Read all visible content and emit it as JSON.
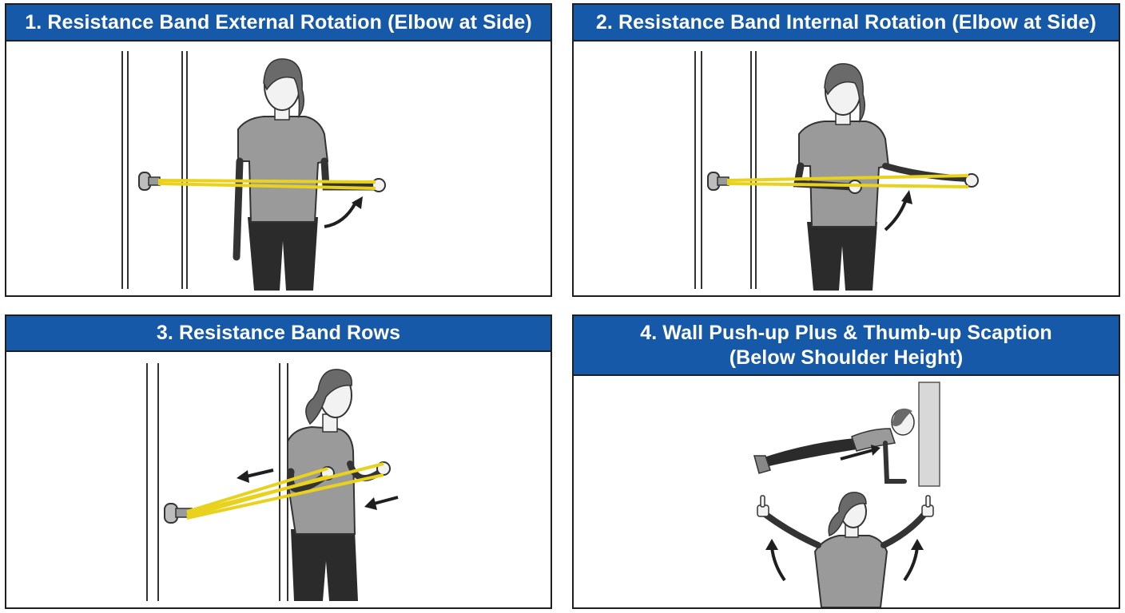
{
  "panels": [
    {
      "title": "1. Resistance Band External Rotation (Elbow at Side)"
    },
    {
      "title": "2. Resistance Band Internal Rotation (Elbow at Side)"
    },
    {
      "title": "3. Resistance Band Rows"
    },
    {
      "title_line1": "4. Wall Push-up Plus & Thumb-up Scaption",
      "title_line2": "(Below Shoulder Height)"
    }
  ],
  "colors": {
    "header_bg": "#1659a8",
    "band": "#e8d21e",
    "shirt": "#9a9a9a",
    "pants": "#2b2b2b"
  }
}
